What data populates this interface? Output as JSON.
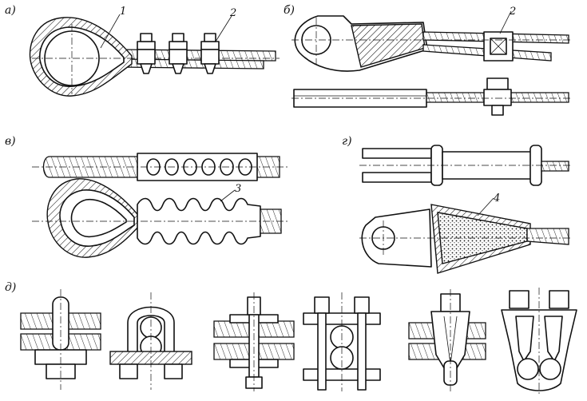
{
  "panels": {
    "a": "а)",
    "b": "б)",
    "v": "в)",
    "g": "г)",
    "d": "д)"
  },
  "callouts": {
    "n1": "1",
    "n2a": "2",
    "n2b": "2",
    "n3": "3",
    "n4": "4"
  }
}
